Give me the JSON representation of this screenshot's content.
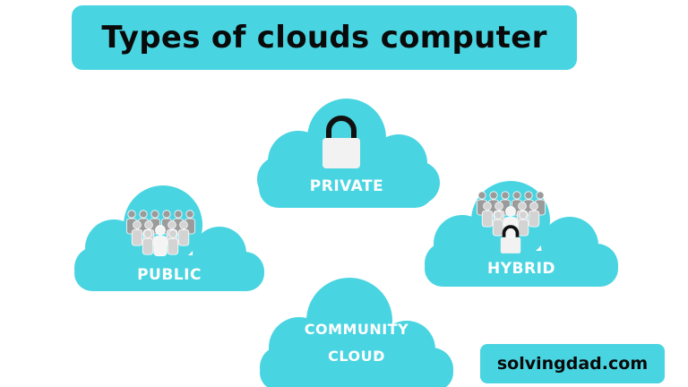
{
  "title": {
    "text": "Types of clouds computer"
  },
  "clouds": {
    "private": {
      "label": "Private",
      "icon": "padlock-icon"
    },
    "public": {
      "label": "Public",
      "icon": "people-group-icon"
    },
    "hybrid": {
      "label": "hybrid",
      "icon": "people-group-padlock-icon"
    },
    "community": {
      "label_line1": "community",
      "label_line2": "cloud"
    }
  },
  "brand": {
    "text": "solvingdad.com"
  },
  "colors": {
    "accent": "#49d4e1",
    "cloud_fill": "#49d4e1",
    "lock_body": "#f2f2f2",
    "lock_shackle": "#111111",
    "people_dark": "#9b9b9b",
    "people_light": "#d3d3d3",
    "people_front": "#f4f4f4"
  }
}
